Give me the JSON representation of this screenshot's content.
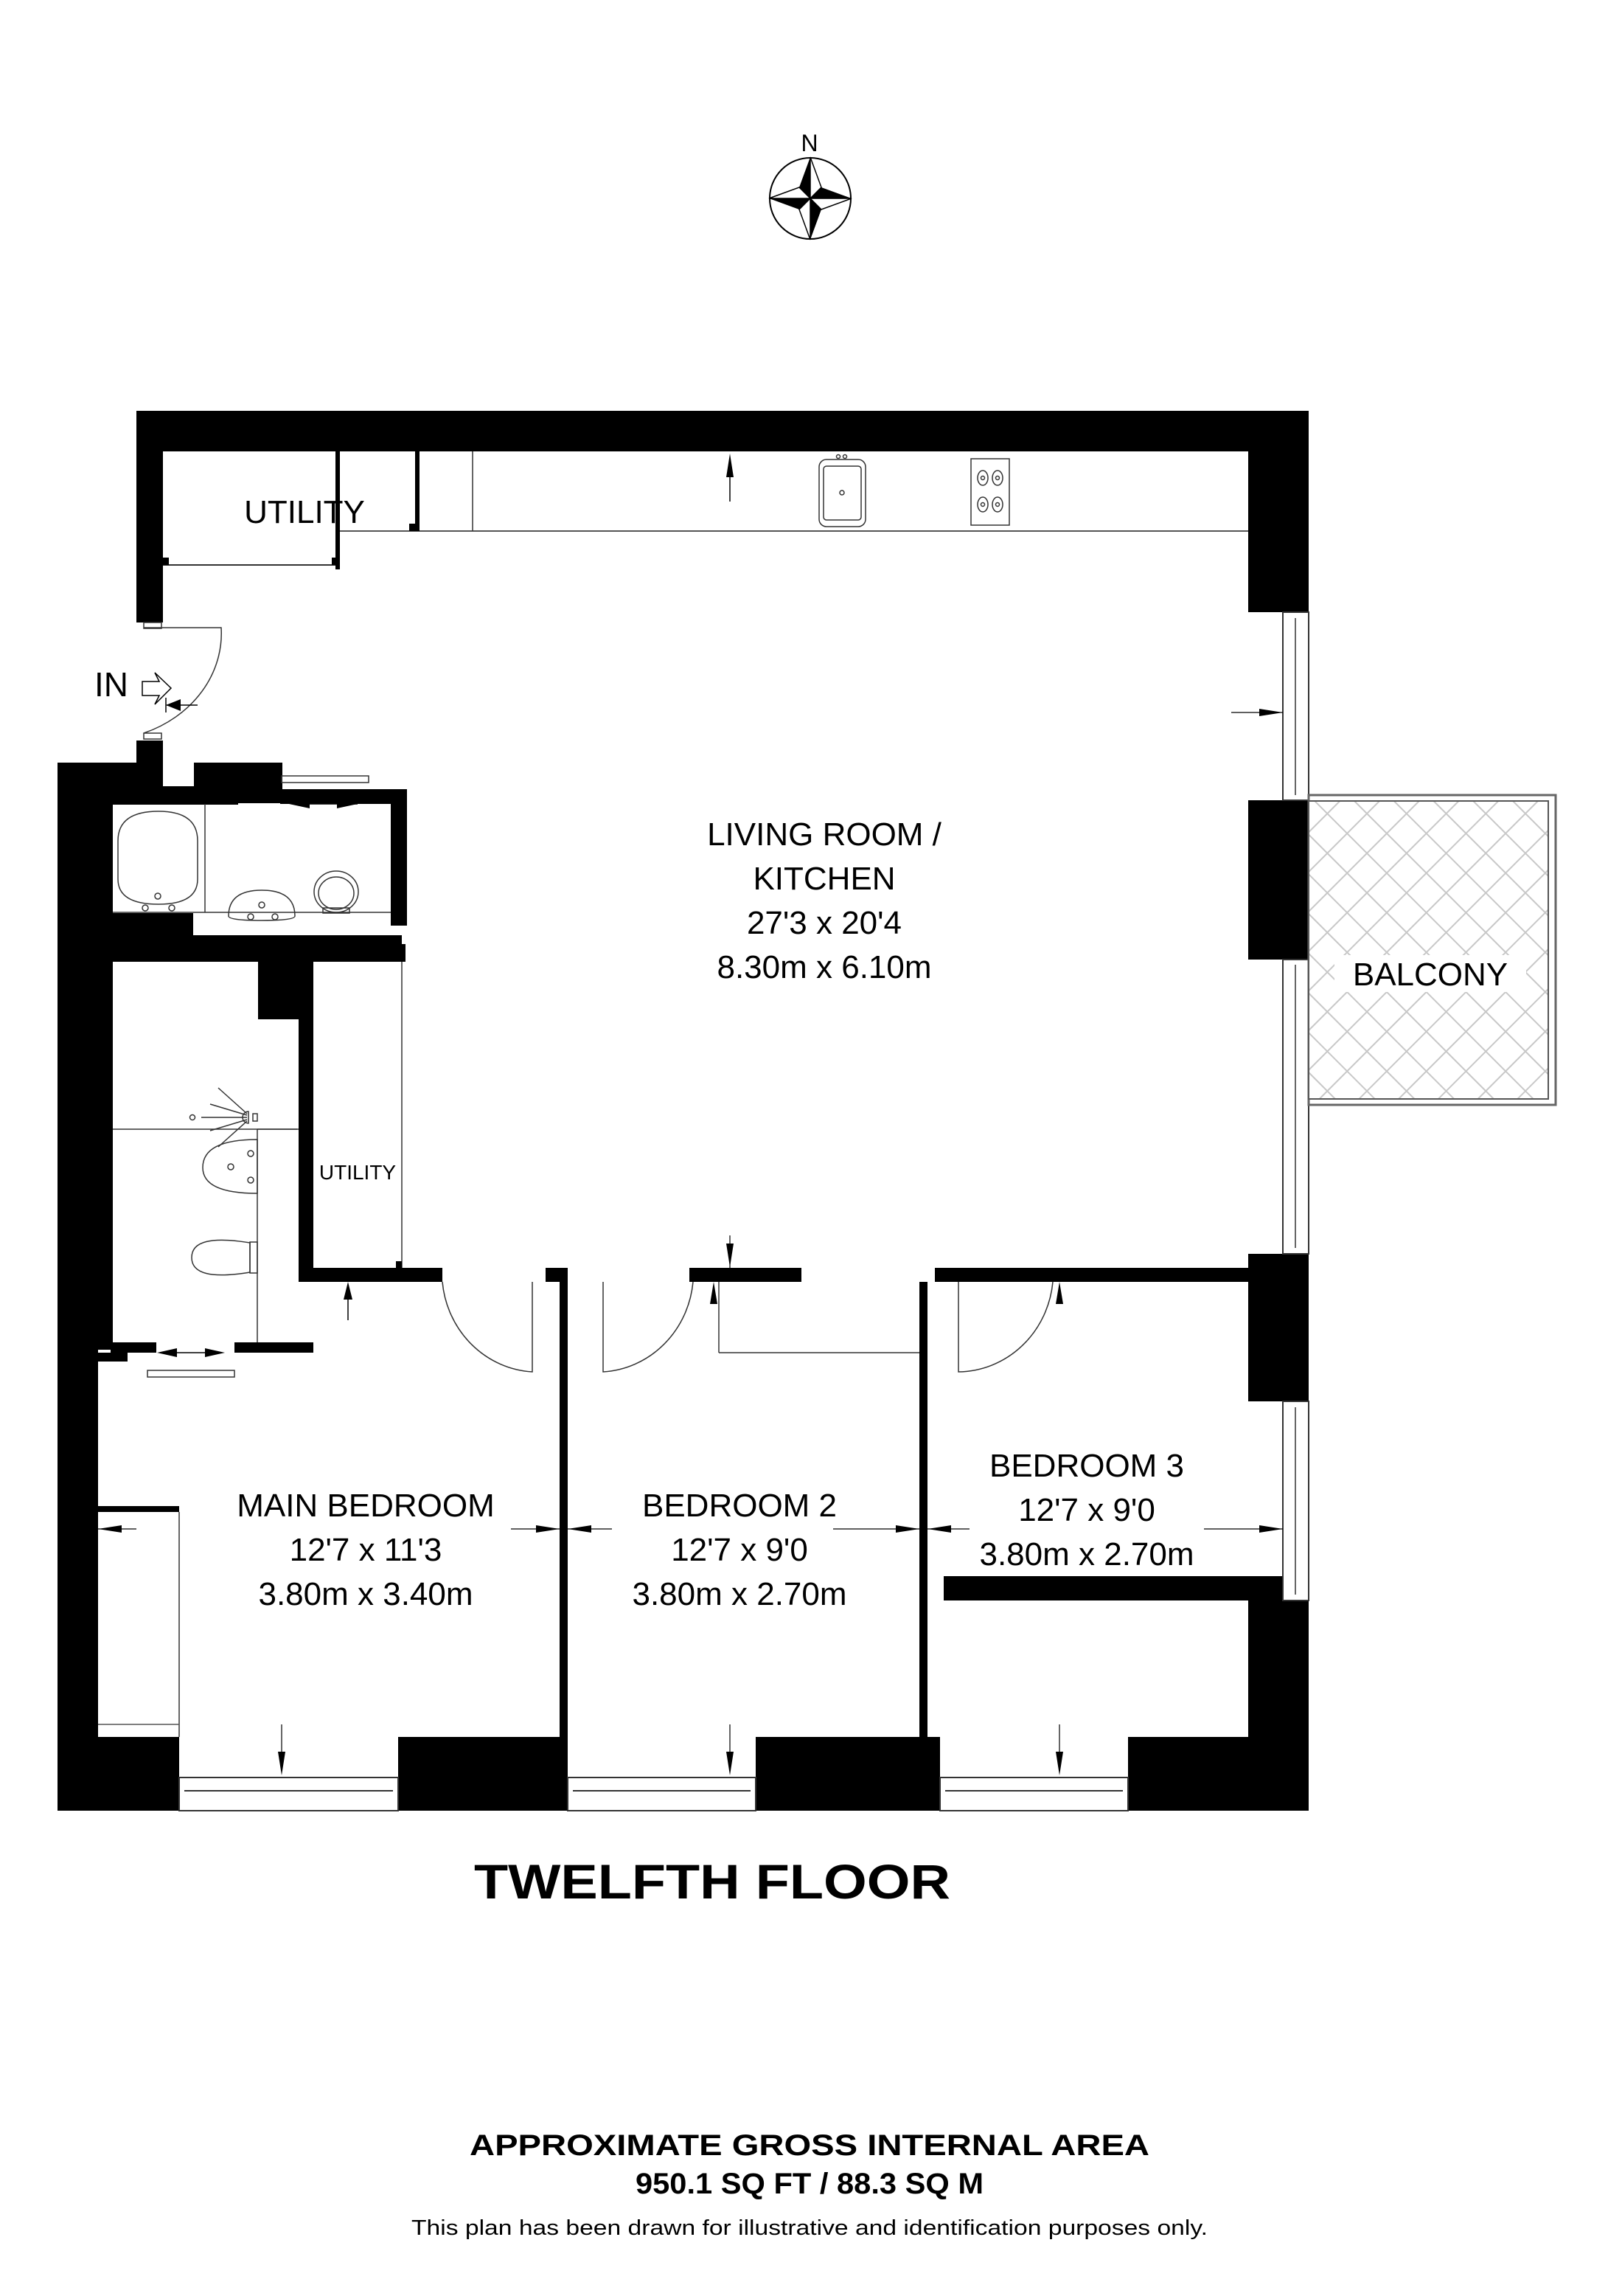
{
  "compass": {
    "north_label": "N"
  },
  "entrance": {
    "label": "IN"
  },
  "rooms": {
    "utility_top": {
      "name": "UTILITY"
    },
    "utility_mid": {
      "name": "UTILITY"
    },
    "living": {
      "name_line1": "LIVING ROOM /",
      "name_line2": "KITCHEN",
      "imperial": "27'3 x 20'4",
      "metric": "8.30m x 6.10m"
    },
    "balcony": {
      "name": "BALCONY"
    },
    "main_bedroom": {
      "name": "MAIN BEDROOM",
      "imperial": "12'7 x 11'3",
      "metric": "3.80m x 3.40m"
    },
    "bedroom2": {
      "name": "BEDROOM 2",
      "imperial": "12'7 x 9'0",
      "metric": "3.80m x 2.70m"
    },
    "bedroom3": {
      "name": "BEDROOM 3",
      "imperial": "12'7 x 9'0",
      "metric": "3.80m x 2.70m"
    }
  },
  "floor": {
    "title": "TWELFTH FLOOR"
  },
  "area": {
    "heading": "APPROXIMATE GROSS INTERNAL AREA",
    "value": "950.1 SQ FT / 88.3 SQ M"
  },
  "disclaimer": "This plan has been drawn for illustrative and identification purposes only.",
  "colors": {
    "wall": "#000000",
    "balcony_hatch": "#c8c8c8",
    "background": "#ffffff"
  }
}
